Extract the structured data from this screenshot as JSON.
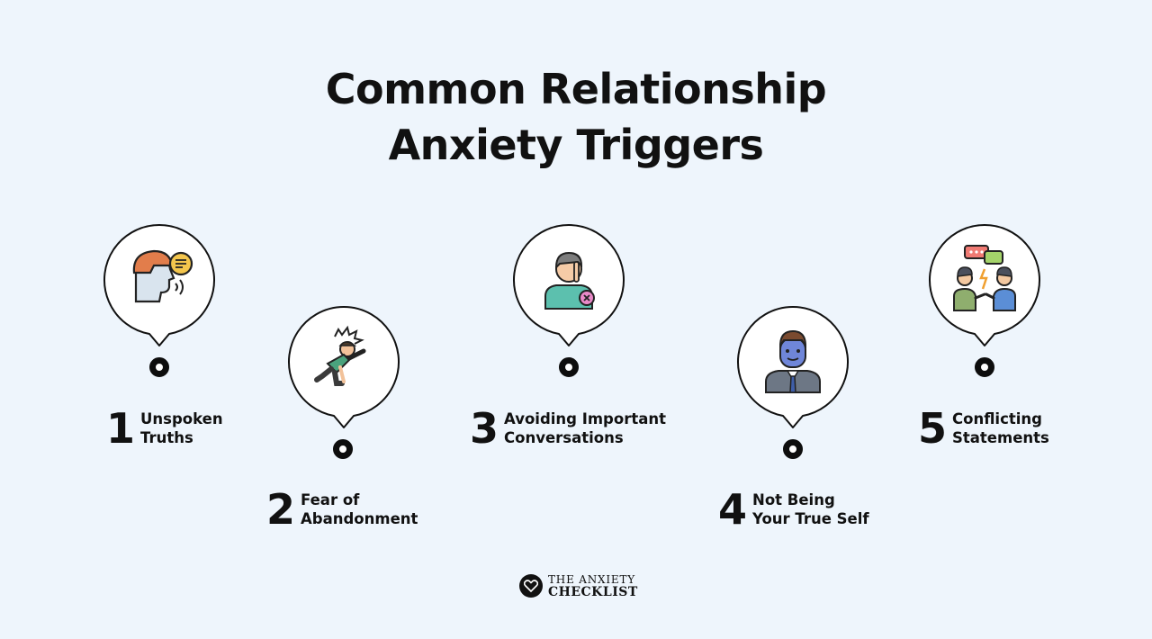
{
  "title": {
    "line1": "Common Relationship",
    "line2": "Anxiety Triggers"
  },
  "triggers": [
    {
      "number": "1",
      "line1": "Unspoken",
      "line2": "Truths",
      "icon": "speaking-head-icon"
    },
    {
      "number": "2",
      "line1": "Fear of",
      "line2": "Abandonment",
      "icon": "crawling-person-icon"
    },
    {
      "number": "3",
      "line1": "Avoiding Important",
      "line2": "Conversations",
      "icon": "shush-person-icon"
    },
    {
      "number": "4",
      "line1": "Not Being",
      "line2": "Your True Self",
      "icon": "masked-businessman-icon"
    },
    {
      "number": "5",
      "line1": "Conflicting",
      "line2": "Statements",
      "icon": "arguing-people-icon"
    }
  ],
  "logo": {
    "line1": "THE ANXIETY",
    "line2": "CHECKLIST",
    "icon": "heart-icon"
  },
  "colors": {
    "background": "#eef5fc",
    "text": "#111111",
    "bubble": "#ffffff"
  }
}
